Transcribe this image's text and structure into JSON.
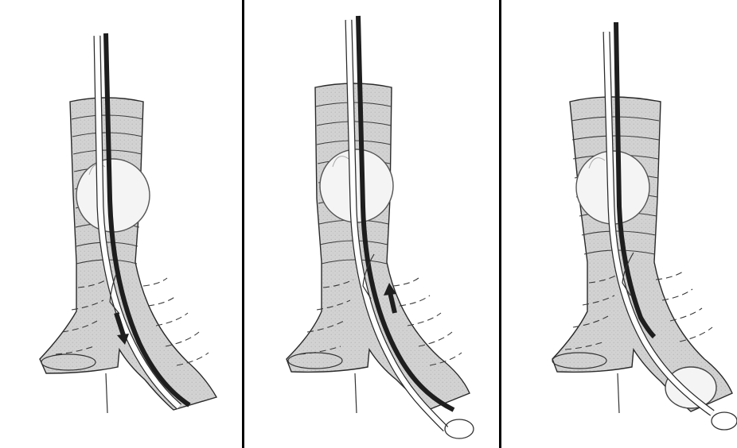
{
  "figure": {
    "panel_count": 3,
    "panels": [
      {
        "arrow_direction": "down",
        "cuff_in_bronchus": false
      },
      {
        "arrow_direction": "up",
        "cuff_in_bronchus": false
      },
      {
        "arrow_direction": "none",
        "cuff_in_bronchus": true
      }
    ],
    "colors": {
      "background": "#ffffff",
      "airway_fill": "#d2d2d2",
      "outline": "#2a2a2a",
      "scope": "#1e1e1e",
      "divider": "#000000",
      "cuff_fill": "#f4f4f4"
    }
  }
}
